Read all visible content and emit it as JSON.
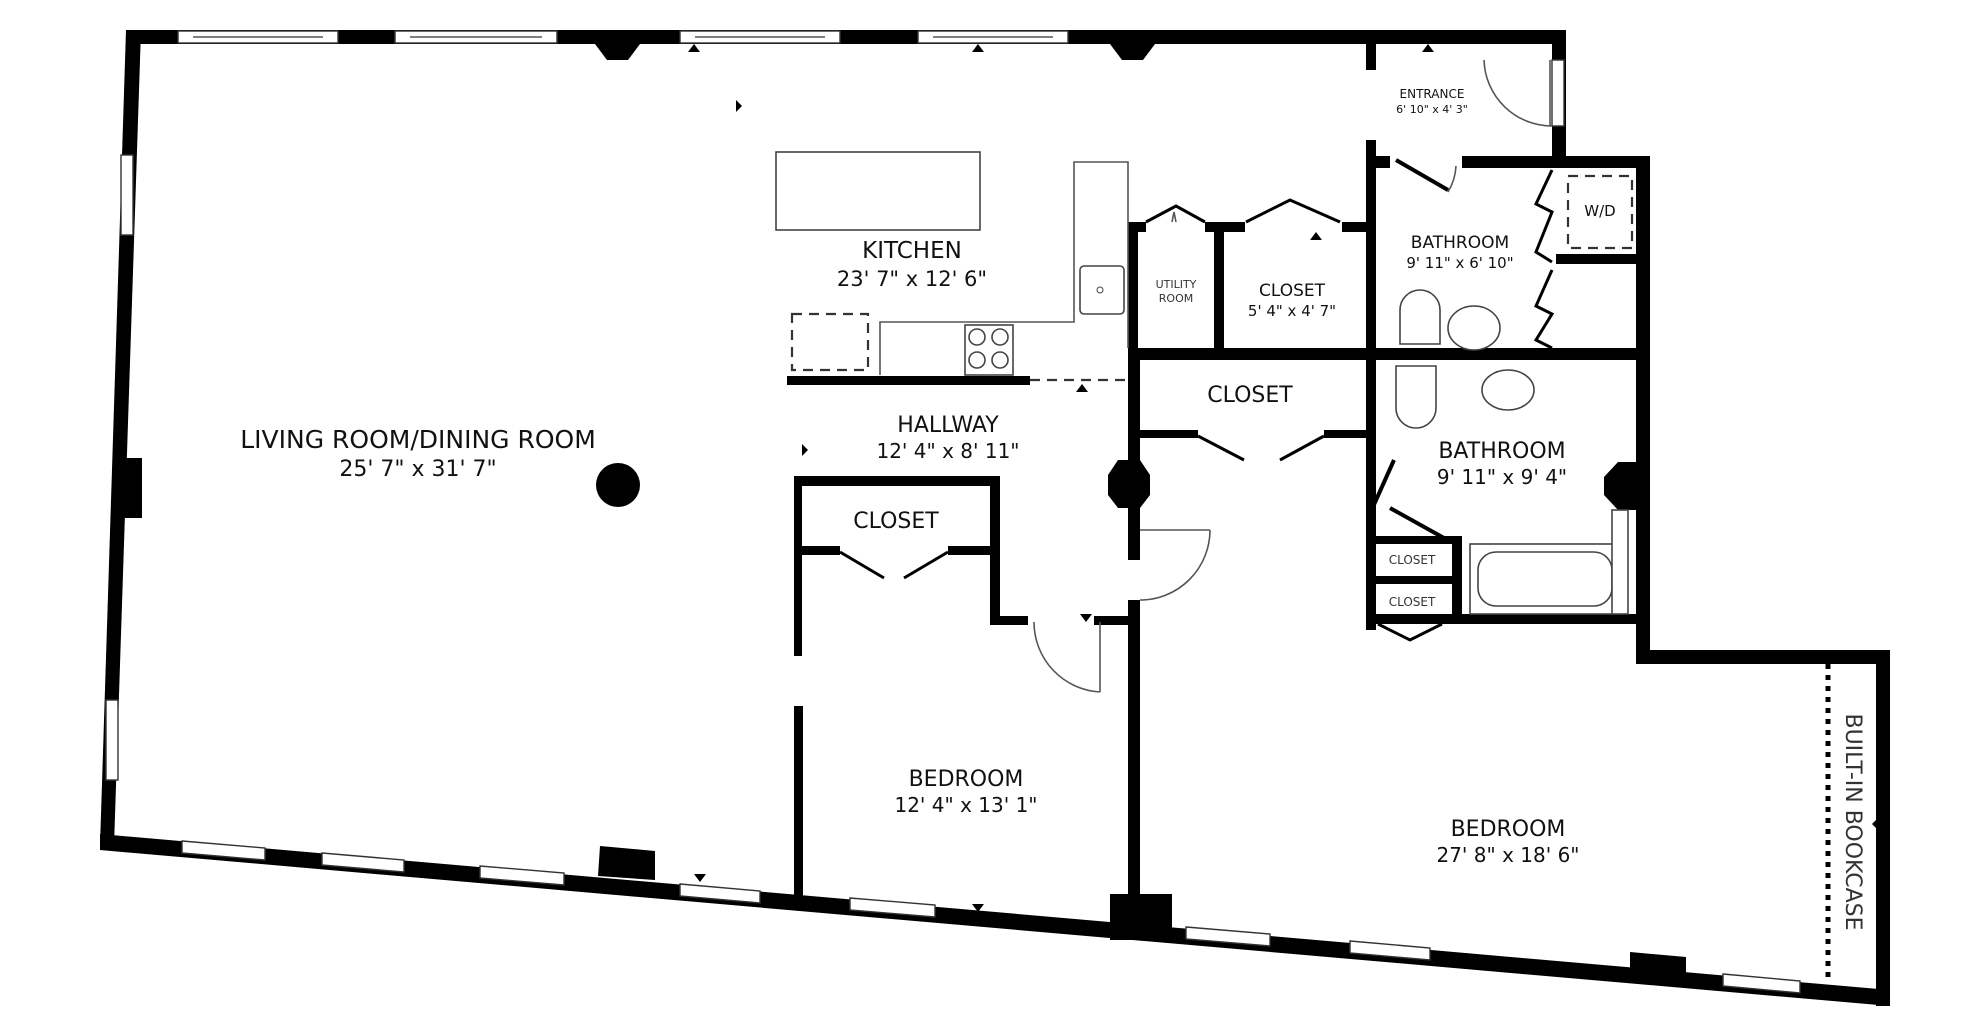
{
  "floorplan": {
    "rooms": [
      {
        "id": "living",
        "name": "LIVING ROOM/DINING ROOM",
        "dims": "25' 7\" x 31' 7\""
      },
      {
        "id": "kitchen",
        "name": "KITCHEN",
        "dims": "23' 7\" x 12' 6\""
      },
      {
        "id": "entrance",
        "name": "ENTRANCE",
        "dims": "6' 10\" x 4' 3\""
      },
      {
        "id": "bath1",
        "name": "BATHROOM",
        "dims": "9' 11\" x 6' 10\""
      },
      {
        "id": "utility",
        "name": "UTILITY",
        "name2": "ROOM"
      },
      {
        "id": "closet_a",
        "name": "CLOSET",
        "dims": "5' 4\" x 4' 7\""
      },
      {
        "id": "closet_b",
        "name": "CLOSET"
      },
      {
        "id": "hallway",
        "name": "HALLWAY",
        "dims": "12' 4\" x 8' 11\""
      },
      {
        "id": "bath2",
        "name": "BATHROOM",
        "dims": "9' 11\" x 9' 4\""
      },
      {
        "id": "closet_c",
        "name": "CLOSET"
      },
      {
        "id": "closet_d",
        "name": "CLOSET"
      },
      {
        "id": "closet_e",
        "name": "CLOSET"
      },
      {
        "id": "bedroom1",
        "name": "BEDROOM",
        "dims": "12' 4\" x 13' 1\""
      },
      {
        "id": "bedroom2",
        "name": "BEDROOM",
        "dims": "27' 8\" x 18' 6\""
      }
    ],
    "fixtures": {
      "washer_dryer": "W/D",
      "bookcase": "BUILT-IN BOOKCASE"
    }
  }
}
